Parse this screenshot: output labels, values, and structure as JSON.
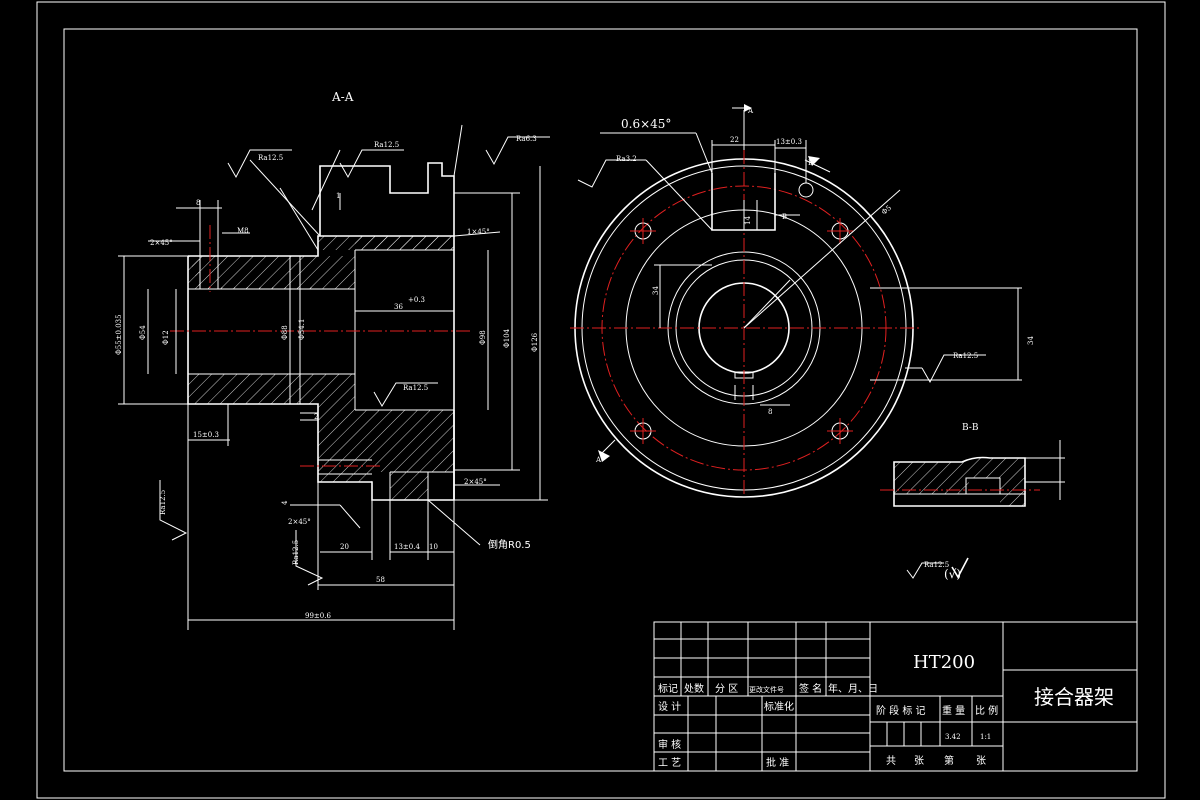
{
  "section_labels": {
    "aa": "A-A",
    "bb": "B-B",
    "a_arrow": "A",
    "b_arrow": "B"
  },
  "left_view": {
    "roughness": [
      "Ra12.5",
      "Ra12.5",
      "Ra6.3",
      "Ra12.5",
      "Ra12.5",
      "Ra12.5"
    ],
    "dims": {
      "d8": "8",
      "m8": "M8",
      "chamfer_top": "2×45°",
      "chamfer_1x45": "1×45°",
      "d1": "1",
      "d15": "15±0.3",
      "d36": "36",
      "d36_tol": "+0.3",
      "phi55": "Φ55±0.035",
      "phi54": "Φ54",
      "phi12": "Φ12",
      "phi88": "Φ88",
      "phi54b": "Φ54.1",
      "phi98": "Φ98",
      "phi104": "Φ104",
      "phi126": "Φ126",
      "d2": "2",
      "chamfer_bot": "2×45°",
      "chamfer_left": "2×45°",
      "d20": "20",
      "d13": "13±0.4",
      "d10": "10",
      "d58": "58",
      "d4": "4",
      "round": "倒角R0.5",
      "overall": "99±0.6"
    }
  },
  "right_view": {
    "chamfer": "0.6×45°",
    "roughness_a": "Ra3.2",
    "roughness_b": "Ra12.5",
    "dims": {
      "d22": "22",
      "d13": "13±0.3",
      "d14": "14",
      "d34": "34",
      "d34b": "34",
      "d8": "8",
      "phi": "Φ5"
    }
  },
  "surface_note": {
    "roughness": "Ra12.5",
    "symbol": "(√)"
  },
  "title_block": {
    "material": "HT200",
    "part_name": "接合器架",
    "header": [
      "标记",
      "处数",
      "分 区",
      "更改文件号",
      "签 名",
      "年、月、日"
    ],
    "row_design": "设 计",
    "standardize": "标准化",
    "row_review": "审 核",
    "row_process": "工 艺",
    "approve": "批 准",
    "stage_mark": "阶 段 标 记",
    "weight_label": "重 量",
    "scale_label": "比 例",
    "weight": "3.42",
    "scale": "1:1",
    "sheets": [
      "共",
      "张",
      "第",
      "张"
    ]
  }
}
